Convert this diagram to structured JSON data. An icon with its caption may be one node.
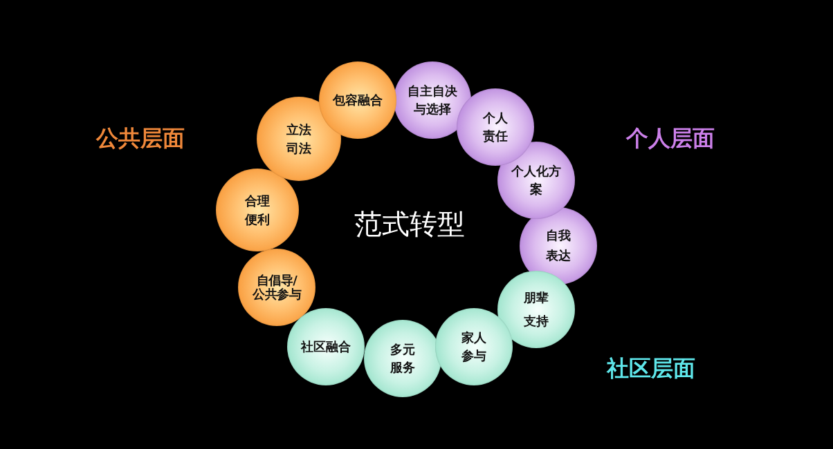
{
  "diagram": {
    "nodes": [
      {
        "text": [
          "包容融合"
        ]
      },
      {
        "text": [
          "自主自决与选择"
        ]
      },
      {
        "text": [
          "个人责任"
        ]
      },
      {
        "text": [
          "个人化方案"
        ]
      },
      {
        "text": [
          "自我表达"
        ]
      },
      {
        "text": [
          "朋辈支持"
        ]
      },
      {
        "text": [
          "家人参与"
        ]
      },
      {
        "text": [
          "多元服务"
        ]
      },
      {
        "text": [
          "社区融合"
        ]
      },
      {
        "text": [
          "自倡导/公共参与"
        ]
      },
      {
        "text": [
          "合理便利"
        ]
      },
      {
        "text": [
          "立法司法"
        ]
      }
    ],
    "labels": [
      "公共层面",
      "个人层面",
      "范式转型",
      "社区层面"
    ]
  }
}
